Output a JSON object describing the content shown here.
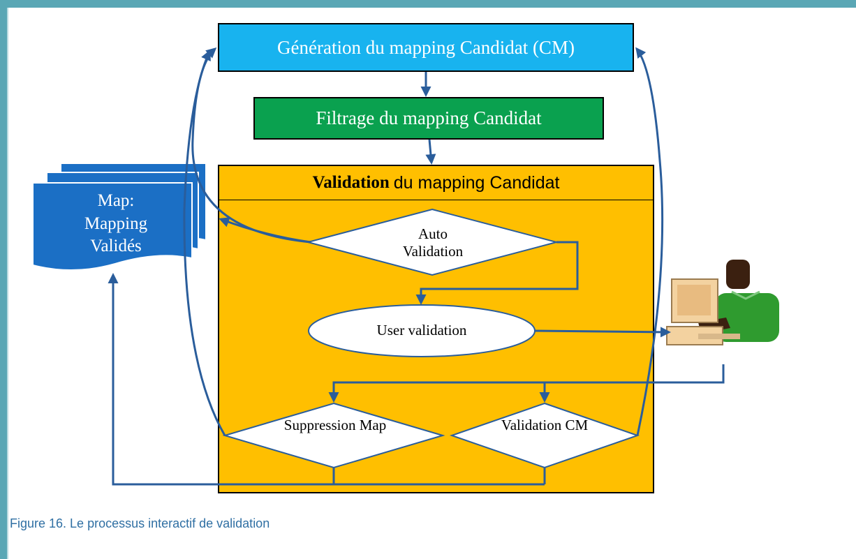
{
  "boxes": {
    "generation": "Génération du mapping Candidat (CM)",
    "filtrage": "Filtrage du mapping Candidat",
    "validation_bold": "Validation",
    "validation_rest": "du mapping Candidat"
  },
  "nodes": {
    "auto_validation": "Auto Validation",
    "user_validation": "User validation",
    "suppression_map": "Suppression Map",
    "validation_cm": "Validation CM"
  },
  "document": {
    "line1": "Map:",
    "line2": "Mapping",
    "line3": "Validés"
  },
  "caption": "Figure 16. Le processus interactif de validation",
  "colors": {
    "generation": "#18b3ef",
    "filtrage": "#0aa14f",
    "validation": "#ffbf00",
    "document": "#1b6fc5",
    "arrows": "#2a5d9b"
  }
}
